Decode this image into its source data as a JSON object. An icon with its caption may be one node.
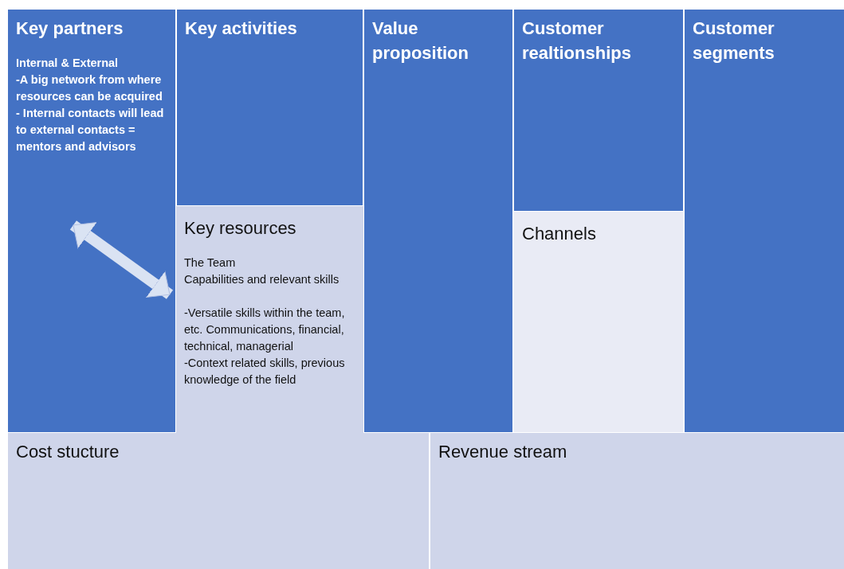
{
  "diagram": {
    "nodes": [
      {
        "text": [
          "Key partners",
          "Internal & External",
          "-A big network from where resources can be acquired",
          "- Internal contacts will lead to external contacts = mentors and advisors"
        ]
      },
      {
        "text": [
          "Key activities"
        ]
      },
      {
        "text": [
          "Key resources",
          "The Team",
          "Capabilities and relevant skills",
          "-Versatile skills within the team, etc. Communications, financial, technical, managerial",
          "-Context related skills, previous knowledge of the field"
        ]
      },
      {
        "text": [
          "Value proposition"
        ]
      },
      {
        "text": [
          "Customer realtionships"
        ]
      },
      {
        "text": [
          "Channels"
        ]
      },
      {
        "text": [
          "Customer segments"
        ]
      },
      {
        "text": [
          "Cost stucture"
        ]
      },
      {
        "text": [
          "Revenue stream"
        ]
      }
    ],
    "edges": [
      {
        "from": 0,
        "to": 2,
        "arrow": "both"
      }
    ]
  }
}
